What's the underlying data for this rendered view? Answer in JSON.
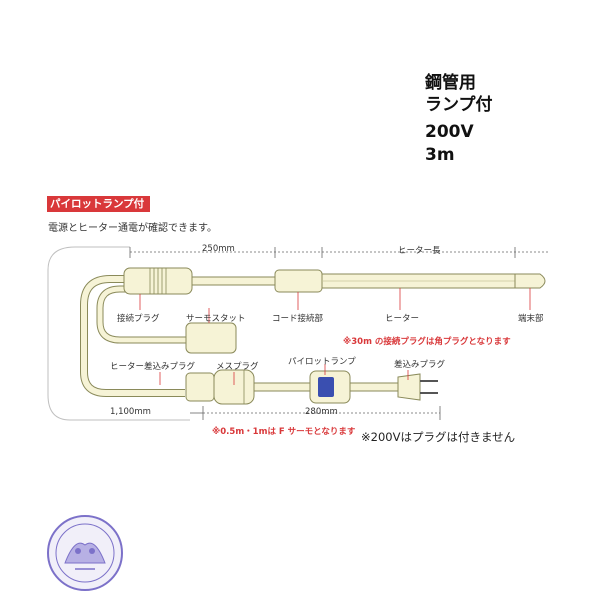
{
  "spec": {
    "line1": "鋼管用",
    "line2": "ランプ付",
    "line3": "200V",
    "line4": "3m"
  },
  "badge": "パイロットランプ付",
  "note": "電源とヒーター通電が確認できます。",
  "dimensions": {
    "d250": "250mm",
    "heater_length": "ヒーター長",
    "d1100": "1,100mm",
    "d280": "280mm"
  },
  "labels": {
    "connect_plug": "接続プラグ",
    "thermostat": "サーモスタット",
    "cord_joint": "コード接続部",
    "heater": "ヒーター",
    "terminal": "端末部",
    "heater_insert_plug": "ヒーター差込みプラグ",
    "female_plug": "メスプラグ",
    "pilot_lamp": "パイロットランプ",
    "insert_plug": "差込みプラグ"
  },
  "notes": {
    "square_plug": "※30m の接続プラグは角プラグとなります",
    "f_thermo": "※0.5m・1mは F サーモとなります",
    "no_plug": "※200Vはプラグは付きません"
  },
  "colors": {
    "cable_fill": "#f6f3d6",
    "cable_stroke": "#8a8a5a",
    "accent_red": "#d9383a",
    "lamp_blue": "#3a4fb0",
    "seal_purple": "#7c71c9"
  }
}
